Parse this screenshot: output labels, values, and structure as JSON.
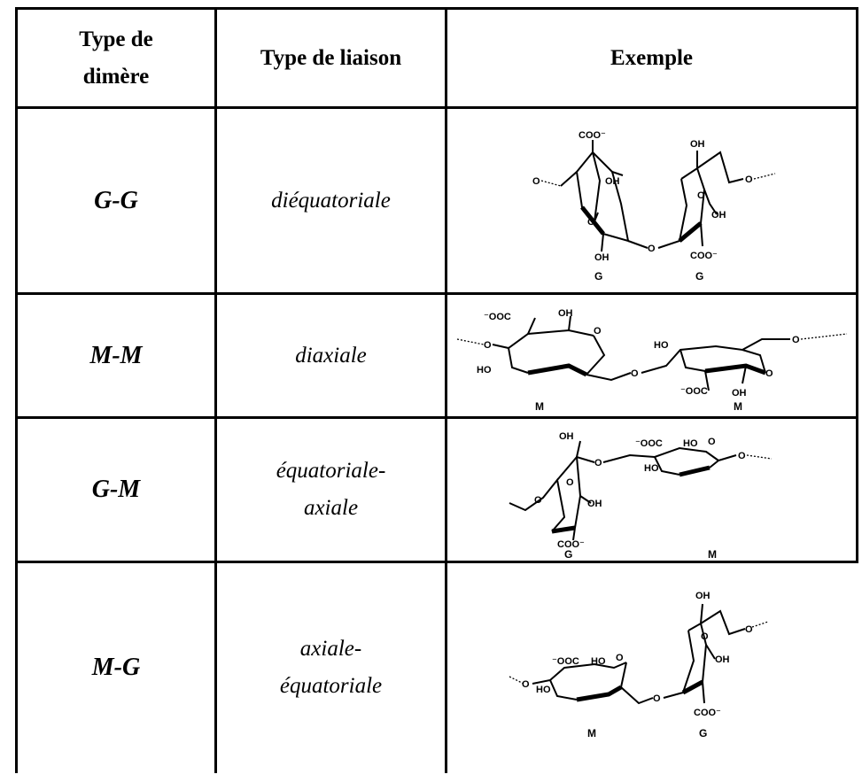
{
  "table": {
    "headers": [
      "Type de dimère",
      "Type de liaison",
      "Exemple"
    ],
    "rows": [
      {
        "dimer": "G-G",
        "linkage": "diéquatoriale",
        "structure": {
          "left_residue": "G",
          "right_residue": "G",
          "groups": [
            "COO⁻",
            "OH",
            "O",
            "OH",
            "OH",
            "O",
            "OH",
            "COO⁻"
          ]
        }
      },
      {
        "dimer": "M-M",
        "linkage": "diaxiale",
        "structure": {
          "left_residue": "M",
          "right_residue": "M",
          "groups": [
            "⁻OOC",
            "OH",
            "HO",
            "HO",
            "⁻OOC",
            "OH"
          ]
        }
      },
      {
        "dimer": "G-M",
        "linkage": "équatoriale-\naxiale",
        "linkage_lines": [
          "équatoriale-",
          "axiale"
        ],
        "structure": {
          "left_residue": "G",
          "right_residue": "M",
          "groups": [
            "OH",
            "⁻OOC",
            "HO",
            "O",
            "HO",
            "OH",
            "COO⁻"
          ]
        }
      },
      {
        "dimer": "M-G",
        "linkage_lines": [
          "axiale-",
          "équatoriale"
        ],
        "structure": {
          "left_residue": "M",
          "right_residue": "G",
          "groups": [
            "⁻OOC",
            "HO",
            "O",
            "HO",
            "OH",
            "O",
            "OH",
            "COO⁻"
          ]
        }
      }
    ]
  }
}
